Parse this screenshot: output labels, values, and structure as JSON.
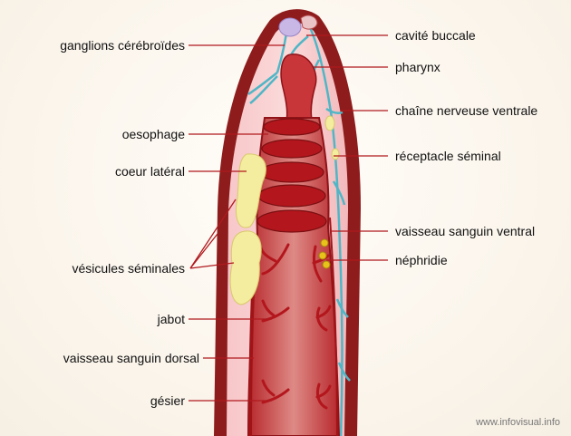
{
  "labels_left": [
    {
      "id": "ganglions",
      "text": "ganglions cérébroïdes"
    },
    {
      "id": "oesophage",
      "text": "oesophage"
    },
    {
      "id": "coeur",
      "text": "coeur latéral"
    },
    {
      "id": "vesicules",
      "text": "vésicules séminales"
    },
    {
      "id": "jabot",
      "text": "jabot"
    },
    {
      "id": "vaisseau-dorsal",
      "text": "vaisseau sanguin dorsal"
    },
    {
      "id": "gesier",
      "text": "gésier"
    }
  ],
  "labels_right": [
    {
      "id": "cavite",
      "text": "cavité buccale"
    },
    {
      "id": "pharynx",
      "text": "pharynx"
    },
    {
      "id": "chaine",
      "text": "chaîne nerveuse ventrale"
    },
    {
      "id": "receptacle",
      "text": "réceptacle séminal"
    },
    {
      "id": "vaisseau-ventral",
      "text": "vaisseau sanguin ventral"
    },
    {
      "id": "nephridie",
      "text": "néphridie"
    }
  ],
  "credit": "www.infovisual.info",
  "colors": {
    "body_wall": "#8e1c1c",
    "body_fill": "#f2b8ba",
    "gut": "#c4262b",
    "gut_dark": "#8f1318",
    "gut_light": "#d96a6a",
    "nerve": "#4fb6c6",
    "vesicle": "#f4ec9e",
    "leader": "#b0191e"
  }
}
